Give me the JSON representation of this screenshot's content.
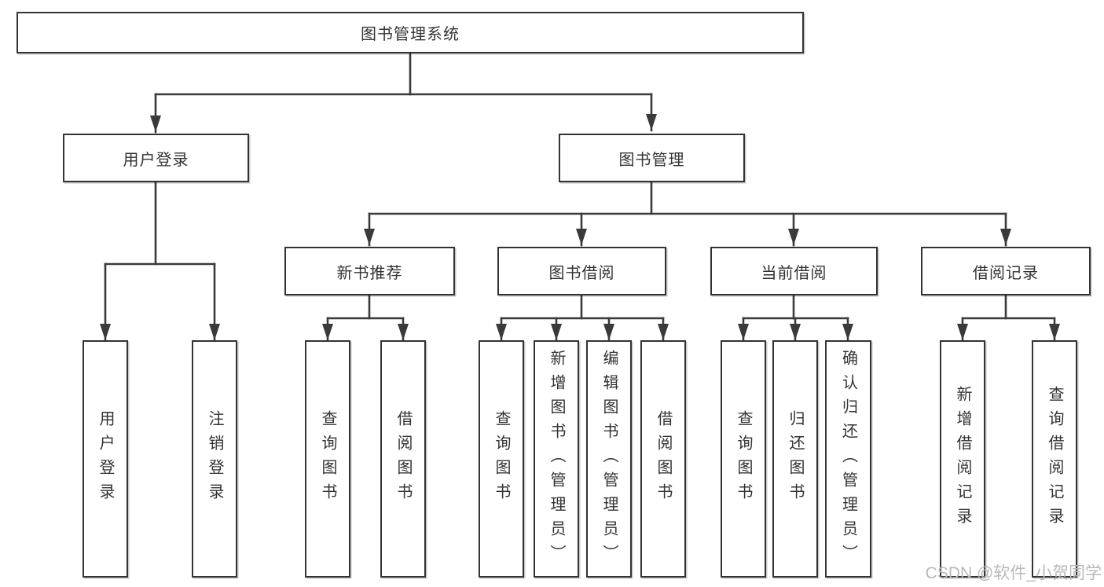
{
  "diagram": {
    "root": "图书管理系统",
    "level2": [
      "用户登录",
      "图书管理"
    ],
    "level3": [
      "新书推荐",
      "图书借阅",
      "当前借阅",
      "借阅记录"
    ],
    "leaves": [
      "用户登录",
      "注销登录",
      "查询图书",
      "借阅图书",
      "查询图书",
      "新增图书（管理员）",
      "编辑图书（管理员）",
      "借阅图书",
      "查询图书",
      "归还图书",
      "确认归还（管理员）",
      "新增借阅记录",
      "查询借阅记录"
    ]
  },
  "watermark": {
    "text": "CSDN @软件_小贺同学"
  },
  "colors": {
    "line": "#3a3a3a",
    "border": "#333333",
    "text": "#333333",
    "background": "#ffffff",
    "watermark": "#b9b9b9"
  }
}
